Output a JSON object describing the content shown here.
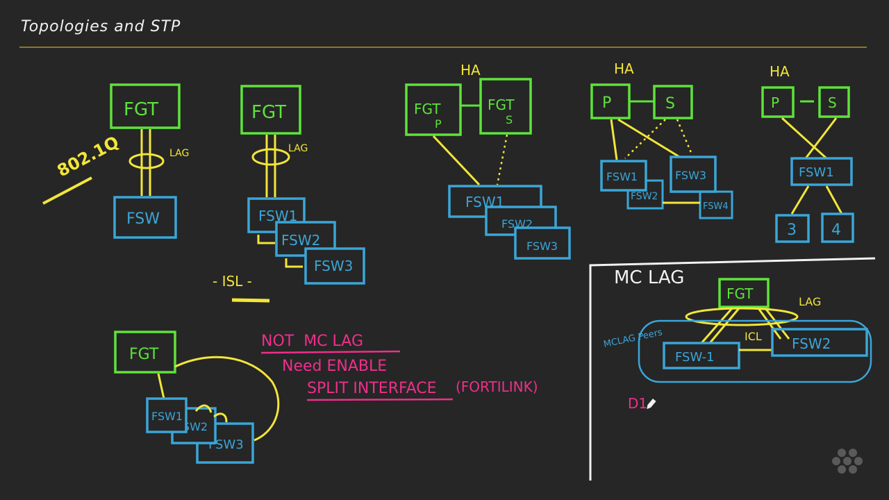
{
  "header": {
    "title": "Topologies and STP"
  },
  "diagrams": {
    "single_fsw": {
      "vlan_tag": "802.1Q",
      "fgt": "FGT",
      "lag": "LAG",
      "fsw": "FSW"
    },
    "stacked": {
      "fgt": "FGT",
      "lag": "LAG",
      "switches": [
        "FSW1",
        "FSW2",
        "FSW3"
      ],
      "isl": "- ISL -"
    },
    "ha_pair": {
      "ha": "HA",
      "fgt_p": "FGT",
      "fgt_p_role": "P",
      "fgt_s": "FGT",
      "fgt_s_role": "S",
      "switches": [
        "FSW1",
        "FSW2",
        "FSW3"
      ]
    },
    "ha_dual": {
      "ha": "HA",
      "primary": "P",
      "secondary": "S",
      "switches": [
        "FSW1",
        "FSW2",
        "FSW3",
        "FSW4"
      ]
    },
    "ha_split": {
      "ha": "HA",
      "primary": "P",
      "secondary": "S",
      "fsw": "FSW1",
      "leaf_a": "3",
      "leaf_b": "4"
    },
    "ring": {
      "fgt": "FGT",
      "switches": [
        "FSW1",
        "FSW2",
        "FSW3"
      ]
    },
    "mclag": {
      "title": "MC LAG",
      "fgt": "FGT",
      "lag": "LAG",
      "peers": "MCLAG Peers",
      "icl": "ICL",
      "peer1": "FSW-1",
      "peer2": "FSW2",
      "note": "D1"
    }
  },
  "notes": {
    "line1": "NOT  MC LAG",
    "line2": "Need ENABLE",
    "line3": "SPLIT INTERFACE",
    "line3_suffix": "(FORTILINK)"
  },
  "colors": {
    "background": "#262626",
    "firewall": "#5ee33a",
    "switch": "#3aa6d8",
    "link": "#f2e63a",
    "note": "#ef2f8c",
    "chalk": "#f2f2f2",
    "rule": "#b0912a"
  }
}
